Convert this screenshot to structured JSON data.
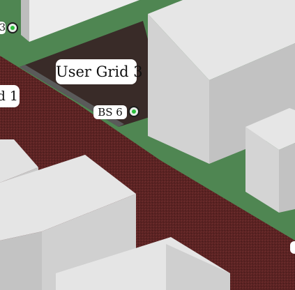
{
  "scene": {
    "colors": {
      "ground": "#4f8652",
      "road": "#5e2424",
      "grid_area": "#3a2a27",
      "building_top": "#e8e8e8",
      "building_left": "#d6d6d6",
      "building_right": "#c2c2c2",
      "station_dot": "#2bbf3b"
    },
    "labels": {
      "user_grid_3": "User Grid 3",
      "user_grid_1_partial": "d 1",
      "bs_6": "BS 6",
      "bs_top_partial": "3"
    },
    "icons": {
      "base_station": "green-dot-circle-icon"
    }
  }
}
